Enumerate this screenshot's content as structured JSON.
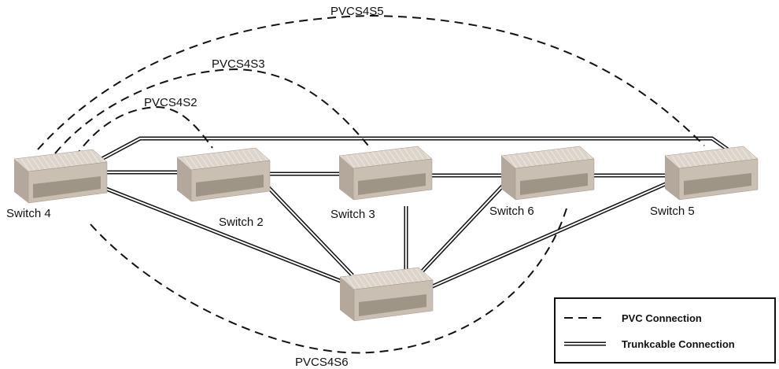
{
  "switches": [
    {
      "id": "s4",
      "label": "Switch 4"
    },
    {
      "id": "s2",
      "label": "Switch 2"
    },
    {
      "id": "s3",
      "label": "Switch 3"
    },
    {
      "id": "s6",
      "label": "Switch 6"
    },
    {
      "id": "s5",
      "label": "Switch 5"
    },
    {
      "id": "s1",
      "label": ""
    }
  ],
  "pvc_connections": [
    {
      "label": "PVCS4S5",
      "from": "Switch 4",
      "to": "Switch 5"
    },
    {
      "label": "PVCS4S3",
      "from": "Switch 4",
      "to": "Switch 3"
    },
    {
      "label": "PVCS4S2",
      "from": "Switch 4",
      "to": "Switch 2"
    },
    {
      "label": "PVCS4S6",
      "from": "Switch 4",
      "to": "Switch 6"
    }
  ],
  "legend": {
    "pvc": "PVC Connection",
    "trunk": "Trunkcable Connection"
  },
  "colors": {
    "line": "#111111",
    "switch_face": "#c9bfb3",
    "switch_top": "#ddd5cb",
    "switch_side": "#b3a89b"
  }
}
